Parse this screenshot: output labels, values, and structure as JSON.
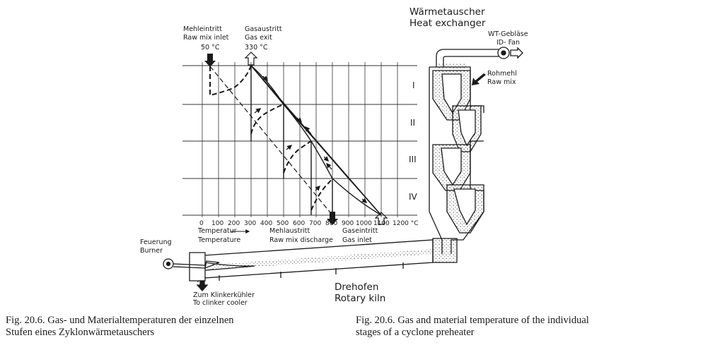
{
  "header": {
    "heat_exchanger_de": "Wärmetauscher",
    "heat_exchanger_en": "Heat exchanger",
    "fan_de": "WT-Gebläse",
    "fan_en": "ID- Fan",
    "raw_meal_de": "Rohmehl",
    "raw_meal_en": "Raw mix"
  },
  "chart_labels": {
    "raw_mix_inlet_de": "Mehleintritt",
    "raw_mix_inlet_en": "Raw mix inlet",
    "raw_mix_inlet_temp": "50 °C",
    "gas_exit_de": "Gasaustritt",
    "gas_exit_en": "Gas exit",
    "gas_exit_temp": "330 °C",
    "stages": [
      "I",
      "II",
      "III",
      "IV"
    ],
    "x_ticks": [
      "0",
      "100",
      "200",
      "300",
      "400",
      "500",
      "600",
      "700",
      "800",
      "900",
      "1000",
      "1100",
      "1200 °C"
    ],
    "temperature_de": "Temperatur",
    "temperature_en": "Temperature",
    "raw_mix_discharge_de": "Mehlaustritt",
    "raw_mix_discharge_en": "Raw mix discharge",
    "gas_inlet_de": "Gaseintritt",
    "gas_inlet_en": "Gas inlet"
  },
  "kiln": {
    "burner_de": "Feuerung",
    "burner_en": "Burner",
    "cooler_de": "Zum Klinkerkühler",
    "cooler_en": "To clinker cooler",
    "kiln_de": "Drehofen",
    "kiln_en": "Rotary kiln"
  },
  "captions": {
    "de_line1": "Fig. 20.6.  Gas- und Materialtemperaturen der einzelnen",
    "de_line2": "Stufen eines Zyklonwärmetauschers",
    "en_line1": "Fig. 20.6.  Gas and material temperature of the individual",
    "en_line2": "stages of a cyclone preheater"
  },
  "chart_data": {
    "type": "line",
    "xlabel": "Temperatur / Temperature",
    "xlim": [
      0,
      1200
    ],
    "x_unit": "°C",
    "stages": [
      "I",
      "II",
      "III",
      "IV"
    ],
    "series": [
      {
        "name": "Material",
        "style": "dashed",
        "segments": [
          {
            "stage": "I",
            "x": [
              50,
              50,
              110,
              220,
              300
            ],
            "y": [
              0,
              0.55,
              0.68,
              0.88,
              1.0
            ]
          },
          {
            "stage": "II",
            "x": [
              300,
              320,
              380,
              450,
              500
            ],
            "y": [
              0,
              0.3,
              0.6,
              0.9,
              1.0
            ]
          },
          {
            "stage": "III",
            "x": [
              500,
              520,
              570,
              620,
              660
            ],
            "y": [
              0,
              0.35,
              0.65,
              0.9,
              1.0
            ]
          },
          {
            "stage": "IV",
            "x": [
              660,
              680,
              720,
              780,
              800
            ],
            "y": [
              0,
              0.3,
              0.6,
              0.85,
              1.0
            ]
          }
        ]
      },
      {
        "name": "Gas",
        "style": "solid",
        "segments": [
          {
            "stage": "I",
            "x": [
              500,
              440,
              380,
              330
            ],
            "y": [
              0,
              0.3,
              0.65,
              1.0
            ]
          },
          {
            "stage": "II",
            "x": [
              670,
              610,
              550,
              500
            ],
            "y": [
              0,
              0.3,
              0.65,
              1.0
            ]
          },
          {
            "stage": "III",
            "x": [
              830,
              760,
              700,
              670
            ],
            "y": [
              0,
              0.3,
              0.65,
              1.0
            ]
          },
          {
            "stage": "IV",
            "x": [
              1100,
              980,
              880,
              830
            ],
            "y": [
              0,
              0.3,
              0.65,
              1.0
            ]
          }
        ]
      }
    ],
    "annotations": [
      {
        "text": "Mehleintritt / Raw mix inlet",
        "x": 50,
        "value": "50 °C"
      },
      {
        "text": "Gasaustritt / Gas exit",
        "x": 330,
        "value": "330 °C"
      },
      {
        "text": "Mehlaustritt / Raw mix discharge",
        "x": 800
      },
      {
        "text": "Gaseintritt / Gas inlet",
        "x": 1100
      }
    ]
  }
}
